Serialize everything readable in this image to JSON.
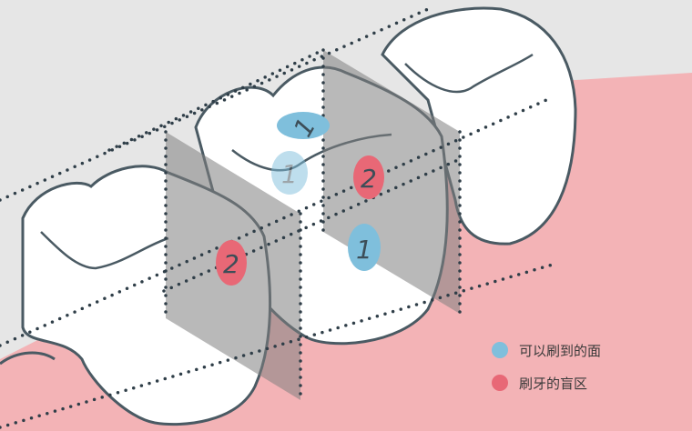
{
  "colors": {
    "background": "#e6e6e6",
    "gum": "#f3b3b6",
    "tooth_fill": "#ffffff",
    "tooth_outline": "#4a5a63",
    "plane": "#808080",
    "dotted_line": "#2f3e48",
    "brushable": "#7fbfdc",
    "blind_spot": "#e86876"
  },
  "surface_labels": {
    "front_top": "1",
    "front_faded": "1",
    "middle_right_upper": "2",
    "middle_right_lower": "1",
    "left_side": "2"
  },
  "legend": {
    "brushable_label": "可以刷到的面",
    "blind_spot_label": "刷牙的盲区"
  }
}
